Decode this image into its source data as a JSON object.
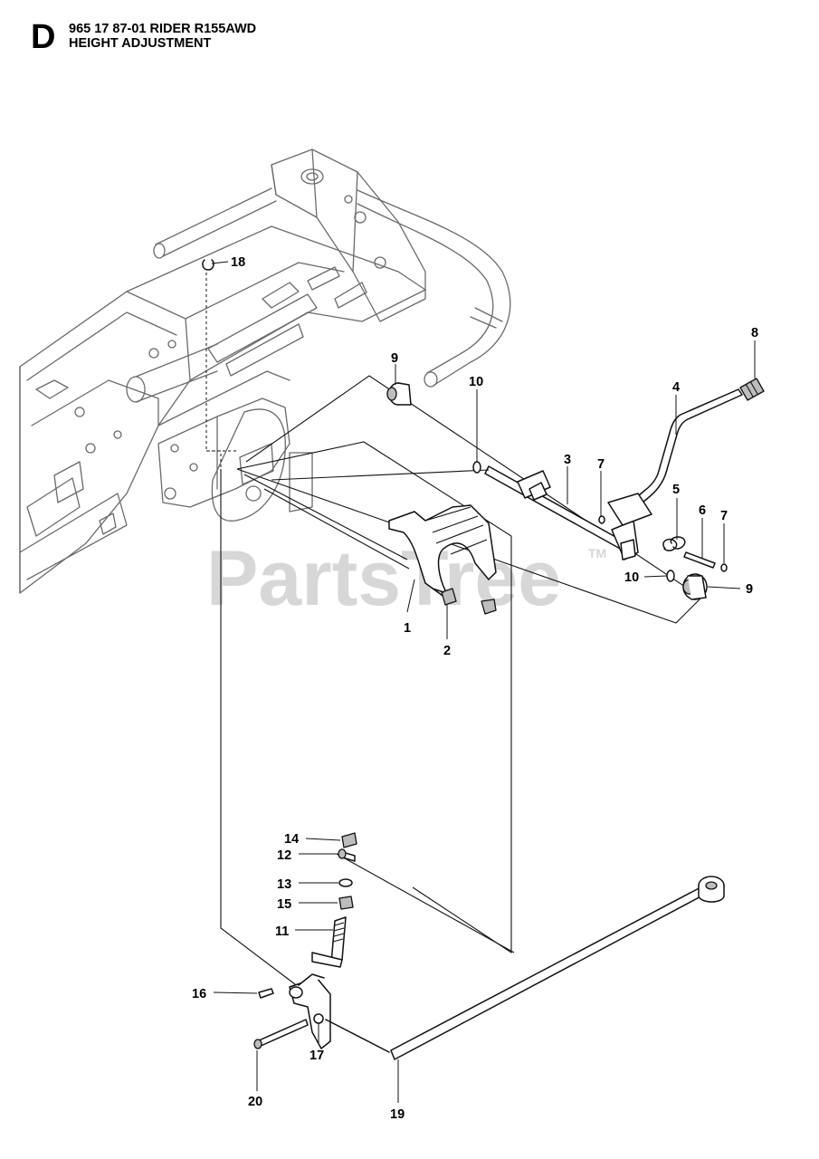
{
  "header": {
    "section_letter": "D",
    "title_line1": "965 17 87-01 RIDER R155AWD",
    "title_line2": "HEIGHT ADJUSTMENT"
  },
  "watermark": {
    "text": "PartsTree",
    "trademark": "TM"
  },
  "callouts": {
    "c1": "1",
    "c2": "2",
    "c3": "3",
    "c4": "4",
    "c5": "5",
    "c6": "6",
    "c7a": "7",
    "c7b": "7",
    "c8": "8",
    "c9a": "9",
    "c9b": "9",
    "c10a": "10",
    "c10b": "10",
    "c11": "11",
    "c12": "12",
    "c13": "13",
    "c14": "14",
    "c15": "15",
    "c16": "16",
    "c17": "17",
    "c18": "18",
    "c19": "19",
    "c20": "20"
  }
}
